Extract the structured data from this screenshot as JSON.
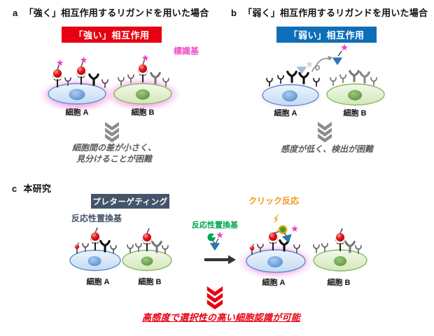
{
  "figure": {
    "type": "scientific-diagram",
    "language": "ja"
  },
  "panels": {
    "a": {
      "index_label": "a",
      "title": "「強く」相互作用するリガンドを用いた場合",
      "badge_label": "「強い」相互作用",
      "badge_color": "#e60012",
      "tag_label": "標識基",
      "tag_color": "#ee4fc5",
      "cell_a_label": "細胞 A",
      "cell_b_label": "細胞 B",
      "caption_line1": "細胞間の差が小さく、",
      "caption_line2": "見分けることが困難",
      "caption_color": "#595959"
    },
    "b": {
      "index_label": "b",
      "title": "「弱く」相互作用するリガンドを用いた場合",
      "badge_label": "「弱い」相互作用",
      "badge_color": "#0e6eb8",
      "cell_a_label": "細胞 A",
      "cell_b_label": "細胞 B",
      "caption": "感度が低く、検出が困難",
      "caption_color": "#595959"
    },
    "c": {
      "index_label": "c",
      "title": "本研究",
      "badge_label": "プレターゲティング",
      "badge_color": "#44546a",
      "reactive_group_label_left": "反応性置換基",
      "reactive_group_left_color": "#44546a",
      "reactive_group_label_mid": "反応性置換基",
      "reactive_group_mid_color": "#00a651",
      "click_label": "クリック反応",
      "click_color": "#f7931e",
      "left_cell_a_label": "細胞 A",
      "left_cell_b_label": "細胞 B",
      "right_cell_a_label": "細胞 A",
      "right_cell_b_label": "細胞 B",
      "conclusion": "高感度で選択性の高い細胞認識が可能",
      "conclusion_color": "#e60012"
    }
  },
  "colors": {
    "cell_a_fill": "#d5e5f6",
    "cell_a_stroke": "#5b8fc9",
    "cell_b_fill": "#dcecc5",
    "cell_b_stroke": "#8ab665",
    "glow_pink": "#f26ad8",
    "ligand_red": "#e8191c",
    "star_pink": "#ee3fc4",
    "weak_ligand_blue": "#2e75b6",
    "chevron_gray": "#8c8c8c",
    "chevron_red": "#e60012"
  },
  "icons": [
    "cell-icon",
    "receptor-y-icon",
    "receptor-cup-icon",
    "ligand-ball-icon",
    "label-star-icon",
    "weak-ligand-triangle-icon",
    "dissociation-arrow-icon",
    "down-chevron-arrow-icon",
    "lightning-bolt-icon",
    "reactive-pacman-icon",
    "reaction-arrow-icon",
    "click-product-ring-icon"
  ]
}
